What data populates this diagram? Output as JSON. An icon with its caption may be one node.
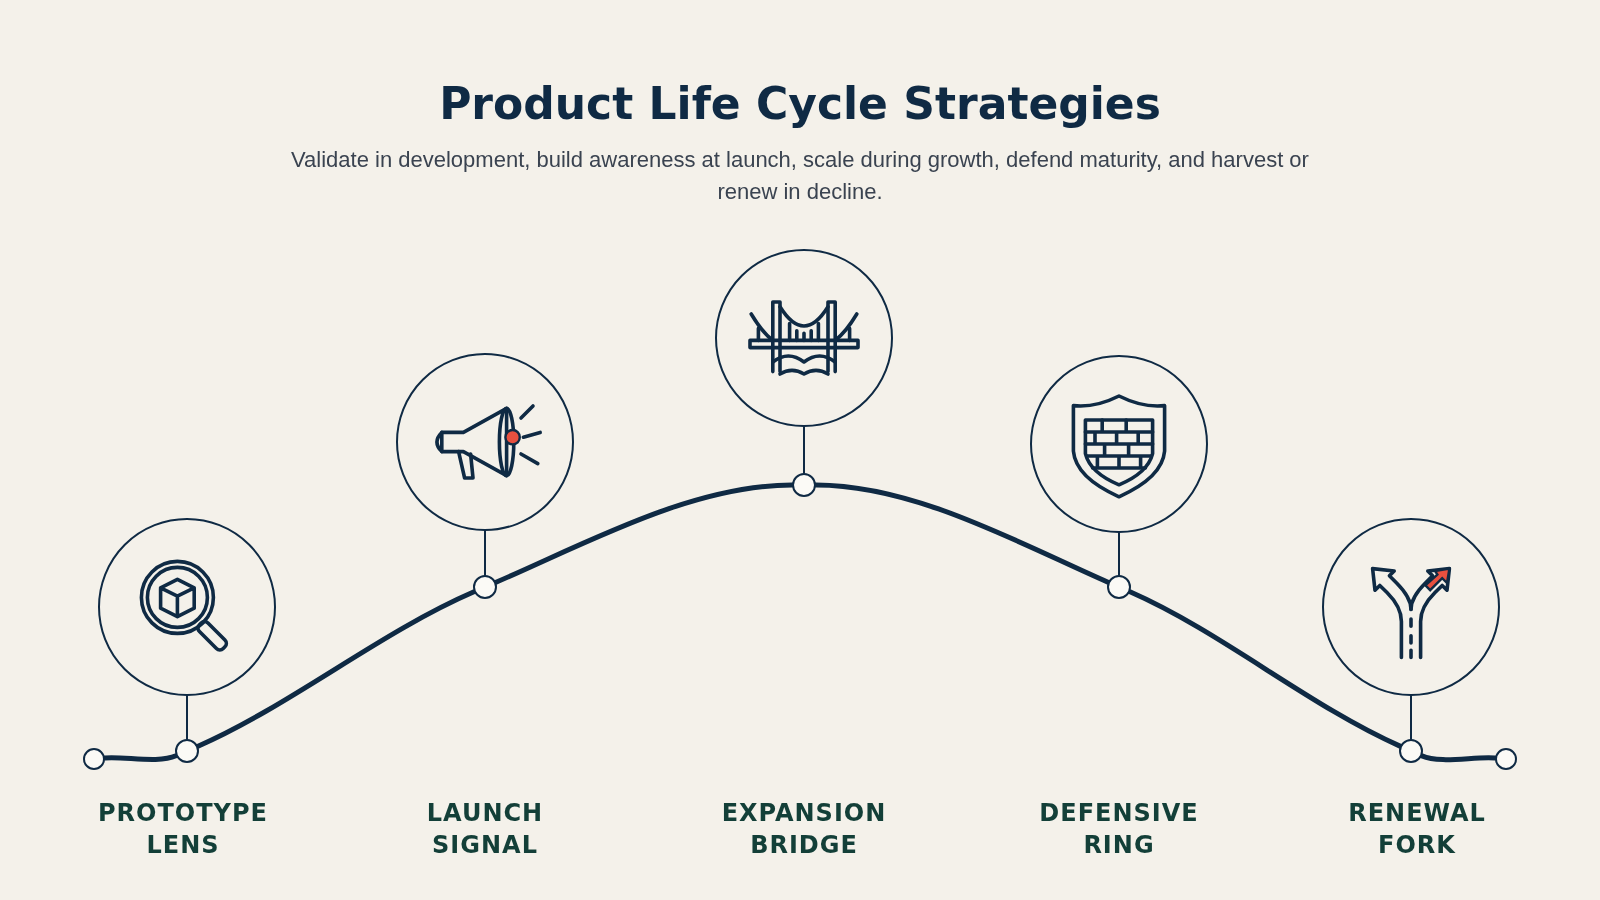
{
  "diagram": {
    "title": "Product Life Cycle Strategies",
    "caption": "Validate in development, build awareness at launch, scale during growth, defend maturity, and harvest or renew in decline.",
    "nodes": [
      {
        "text": [],
        "shape": "circle"
      },
      {
        "text": [],
        "shape": "circle"
      },
      {
        "text": [],
        "shape": "circle"
      },
      {
        "text": [],
        "shape": "circle"
      },
      {
        "text": [],
        "shape": "circle"
      },
      {
        "text": [],
        "shape": "circle"
      },
      {
        "text": [],
        "shape": "circle"
      },
      {
        "text": [],
        "shape": "circle"
      },
      {
        "text": [],
        "shape": "circle"
      },
      {
        "text": [],
        "shape": "circle"
      },
      {
        "text": [],
        "shape": "circle"
      },
      {
        "text": [],
        "shape": "circle"
      }
    ],
    "edges": [
      {
        "from": 0,
        "to": 6,
        "arrow": "none"
      },
      {
        "from": 1,
        "to": 7,
        "arrow": "none"
      },
      {
        "from": 2,
        "to": 8,
        "arrow": "none"
      },
      {
        "from": 3,
        "to": 9,
        "arrow": "none"
      },
      {
        "from": 4,
        "to": 10,
        "arrow": "none"
      },
      {
        "from": 5,
        "to": 6,
        "arrow": "none"
      },
      {
        "from": 6,
        "to": 7,
        "arrow": "none"
      },
      {
        "from": 7,
        "to": 8,
        "arrow": "none"
      },
      {
        "from": 8,
        "to": 9,
        "arrow": "none"
      },
      {
        "from": 9,
        "to": 10,
        "arrow": "none"
      },
      {
        "from": 10,
        "to": 11,
        "arrow": "none"
      }
    ],
    "labels": [
      "PROTOTYPE LENS",
      "LAUNCH SIGNAL",
      "EXPANSION BRIDGE",
      "DEFENSIVE RING",
      "RENEWAL FORK"
    ]
  }
}
